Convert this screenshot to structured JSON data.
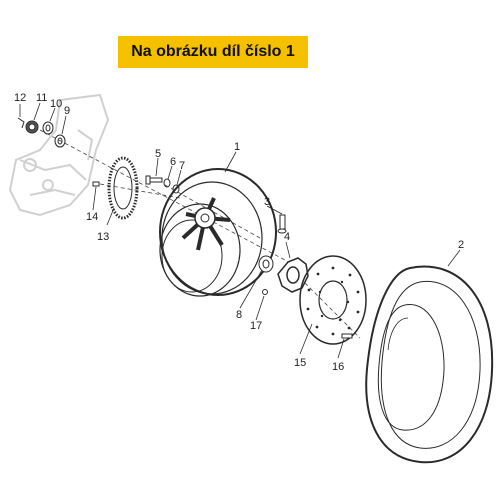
{
  "banner": {
    "text": "Na obrázku díl číslo 1"
  },
  "callouts": {
    "c1": "1",
    "c2": "2",
    "c3": "3",
    "c4": "4",
    "c5": "5",
    "c6": "6",
    "c7": "7",
    "c8": "8",
    "c9": "9",
    "c10": "10",
    "c11": "11",
    "c12": "12",
    "c13": "13",
    "c14": "14",
    "c15": "15",
    "c16": "16",
    "c17": "17"
  },
  "colors": {
    "banner_bg": "#f5c000",
    "line": "#2a2a2a",
    "faded": "#d6d6d6"
  }
}
